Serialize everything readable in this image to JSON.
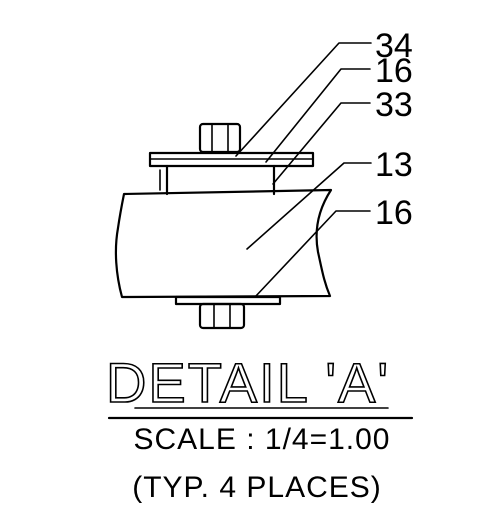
{
  "callouts": [
    {
      "id": "c1",
      "label": "34"
    },
    {
      "id": "c2",
      "label": "16"
    },
    {
      "id": "c3",
      "label": "33"
    },
    {
      "id": "c4",
      "label": "13"
    },
    {
      "id": "c5",
      "label": "16"
    }
  ],
  "title": "DETAIL 'A'",
  "scale": "SCALE : 1/4=1.00",
  "note": "(TYP. 4 PLACES)"
}
